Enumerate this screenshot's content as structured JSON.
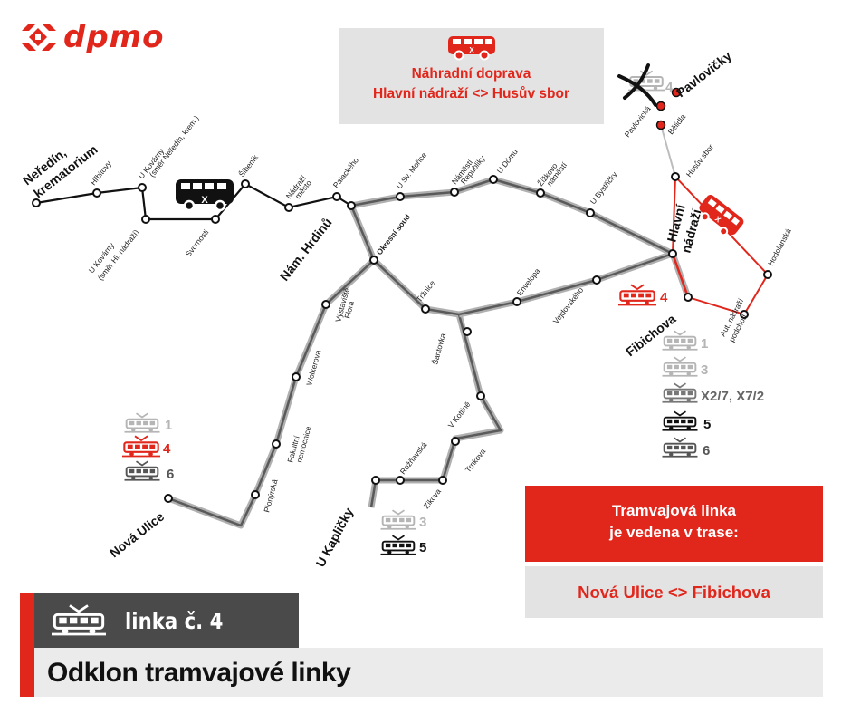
{
  "logo": {
    "text": "dpmo",
    "color": "#e1261c"
  },
  "replacement": {
    "bus_badge": "X",
    "title": "Náhradní doprava",
    "route": "Hlavní nádraží <> Husův sbor"
  },
  "info": {
    "line1": "Tramvajová linka",
    "line2": "je vedena v trase:",
    "route": "Nová Ulice <> Fibichova"
  },
  "title_bar": {
    "badge": "linka č. 4",
    "title": "Odklon tramvajové linky"
  },
  "map": {
    "stops": {
      "neredin": "Neředín,",
      "krematorium": "krematorium",
      "hrbitovy": "Hřbitovy",
      "ukovarny1a": "U Kovárny",
      "ukovarny1b": "(směr Neředín, krem.)",
      "ukovarny2a": "U Kovárny",
      "ukovarny2b": "(směr Hl. nádraží)",
      "svornosti": "Svornosti",
      "sibenik": "Šibeník",
      "nadrazi_mesto_a": "Nádraží",
      "nadrazi_mesto_b": "město",
      "palackeho": "Palackého",
      "nam_hrdinu": "Nám. Hrdinů",
      "okresni_soud": "Okresní soud",
      "u_sv_morice": "U Sv. Mořice",
      "nam_republiky_a": "Náměstí",
      "nam_republiky_b": "Republiky",
      "u_domu": "U Dómu",
      "zizkovo_a": "Žižkovo",
      "zizkovo_b": "náměstí",
      "u_bystricky": "U Bystřičky",
      "hlavni_a": "Hlavní",
      "hlavni_b": "nádraží",
      "trznice": "Tržnice",
      "envelopa": "Envelopa",
      "vejdovskeho": "Vejdovského",
      "vystaviste_a": "Výstaviště",
      "vystaviste_b": "Flora",
      "wolkerova": "Wolkerova",
      "fakultni_a": "Fakultní",
      "fakultni_b": "nemocnice",
      "pionyrska": "Pionýrská",
      "nova_ulice": "Nová Ulice",
      "santovka": "Šantovka",
      "v_kotline": "V Kotlině",
      "trnkova": "Trnkova",
      "rozhavska": "Rožňavská",
      "zikova": "Zikova",
      "u_kaplicky": "U Kapličky",
      "fibichova": "Fibichova",
      "aut_nadrazi_a": "Aut. nádraží",
      "aut_nadrazi_b": "podchod",
      "hodolanska": "Hodolanská",
      "husuv_sbor": "Husův sbor",
      "pavlovicka": "Pavlovická",
      "balidla": "Bělidla",
      "pavlovicky": "Pavlovičky"
    },
    "bus_badge": "X",
    "replacement_bus_badge": "X",
    "pavlovicky_line": "4",
    "fibichova_red_line": "4",
    "fibichova_lines": [
      "1",
      "3",
      "X2/7, X7/2",
      "5",
      "6"
    ],
    "nova_ulice_lines": [
      "1",
      "4",
      "6"
    ],
    "kaplicky_lines": [
      "3",
      "5"
    ],
    "colors": {
      "red": "#e1261c",
      "gray_light": "#b5b5b5",
      "gray_dark": "#555555",
      "line_gray": "#8a8a8a"
    }
  }
}
